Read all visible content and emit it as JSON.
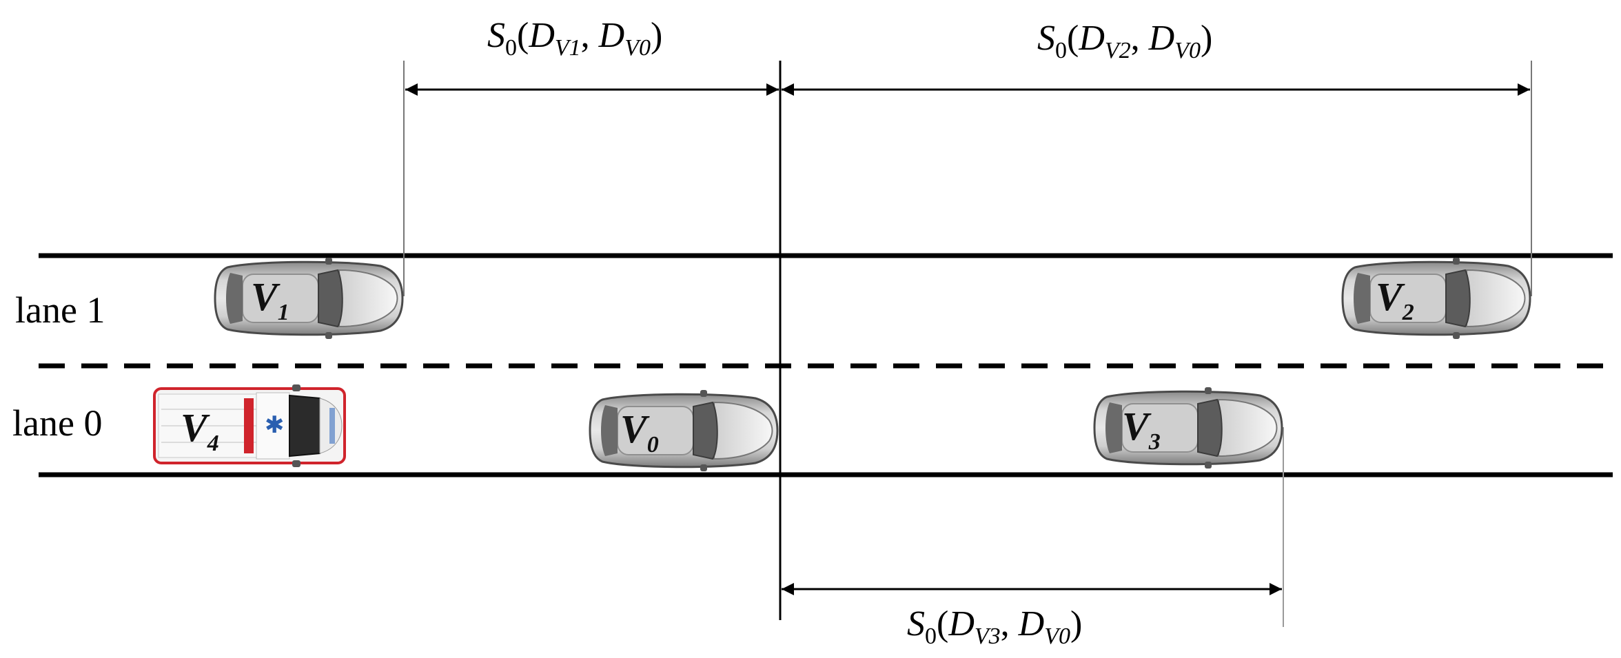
{
  "lanes": {
    "lane1_label": "lane 1",
    "lane0_label": "lane 0"
  },
  "dimensions": {
    "d1": {
      "s": "S",
      "s_sub": "0",
      "open": "(",
      "a": "D",
      "a_sub": "V1",
      "comma": ", ",
      "b": "D",
      "b_sub": "V0",
      "close": ")"
    },
    "d2": {
      "s": "S",
      "s_sub": "0",
      "open": "(",
      "a": "D",
      "a_sub": "V2",
      "comma": ", ",
      "b": "D",
      "b_sub": "V0",
      "close": ")"
    },
    "d3": {
      "s": "S",
      "s_sub": "0",
      "open": "(",
      "a": "D",
      "a_sub": "V3",
      "comma": ", ",
      "b": "D",
      "b_sub": "V0",
      "close": ")"
    }
  },
  "vehicles": {
    "v1": {
      "letter": "V",
      "sub": "1"
    },
    "v2": {
      "letter": "V",
      "sub": "2"
    },
    "v0": {
      "letter": "V",
      "sub": "0"
    },
    "v3": {
      "letter": "V",
      "sub": "3"
    },
    "v4": {
      "letter": "V",
      "sub": "4"
    }
  },
  "colors": {
    "road_line": "#000000",
    "car_body": "#b8b8b8",
    "ambulance_body": "#f4f4f4",
    "ambulance_trim": "#d0242c",
    "ambulance_symbol": "#2a5fb0"
  }
}
